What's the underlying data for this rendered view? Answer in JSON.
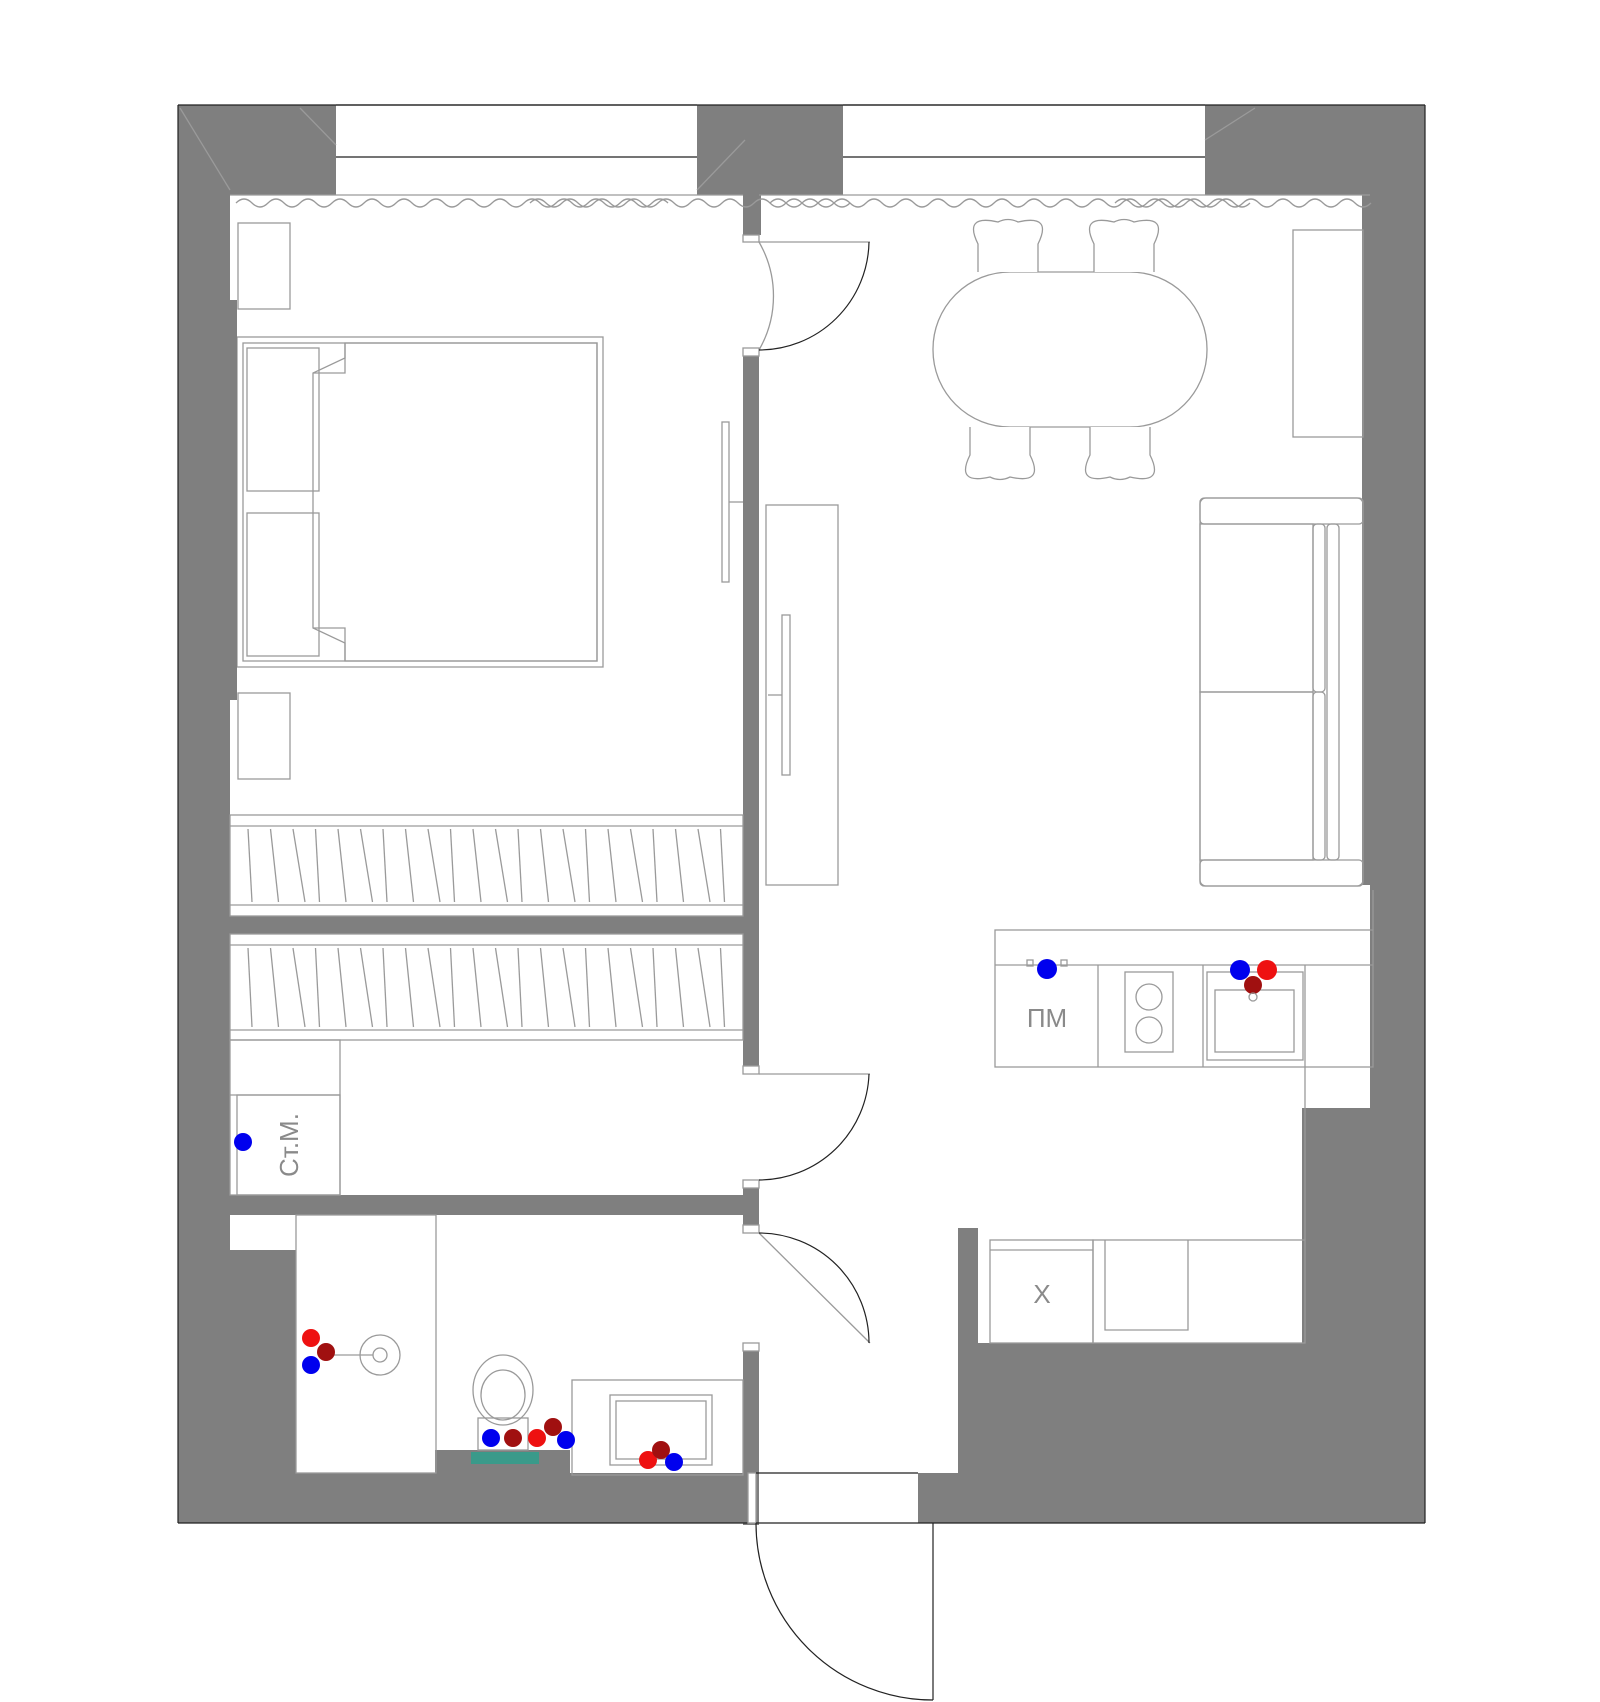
{
  "labels": {
    "dishwasher": "ПМ",
    "fridge": "Х",
    "washing_machine": "Ст.М."
  },
  "colors": {
    "wall": "#7f7f7f",
    "furniture_stroke": "#9a9a9a",
    "cold_water": "#0000ee",
    "hot_water": "#ee1111",
    "drain": "#a01010",
    "floor_drain": "#3a9a8a"
  }
}
